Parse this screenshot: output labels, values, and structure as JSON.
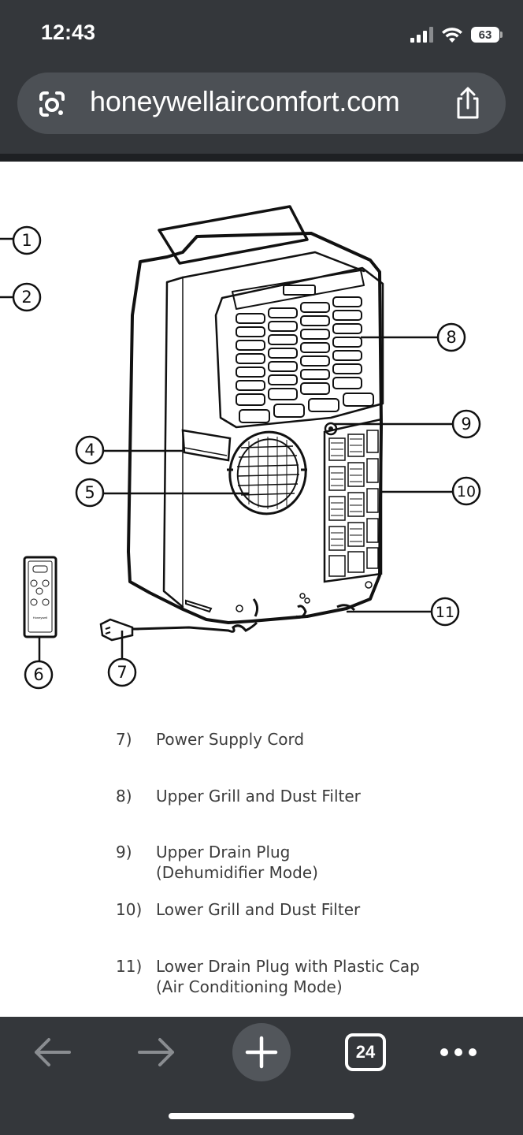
{
  "status_bar": {
    "time": "12:43",
    "battery": "63"
  },
  "browser": {
    "url": "honeywellaircomfort.com",
    "tab_count": "24"
  },
  "diagram": {
    "callouts": [
      "1",
      "2",
      "4",
      "5",
      "6",
      "7",
      "8",
      "9",
      "10",
      "11"
    ],
    "remote_brand": "Honeywell"
  },
  "legend": [
    {
      "num": "7)",
      "lines": [
        "Power Supply Cord"
      ]
    },
    {
      "num": "8)",
      "lines": [
        "Upper Grill and Dust Filter"
      ]
    },
    {
      "num": "9)",
      "lines": [
        "Upper Drain Plug",
        "(Dehumidifier Mode)"
      ]
    },
    {
      "num": "10)",
      "lines": [
        "Lower Grill and Dust Filter"
      ]
    },
    {
      "num": "11)",
      "lines": [
        "Lower Drain Plug with Plastic Cap",
        "(Air Conditioning Mode)"
      ]
    }
  ],
  "toolbar": {
    "icons": [
      "back-arrow-icon",
      "forward-arrow-icon",
      "plus-icon",
      "tabs-icon",
      "more-icon"
    ]
  }
}
